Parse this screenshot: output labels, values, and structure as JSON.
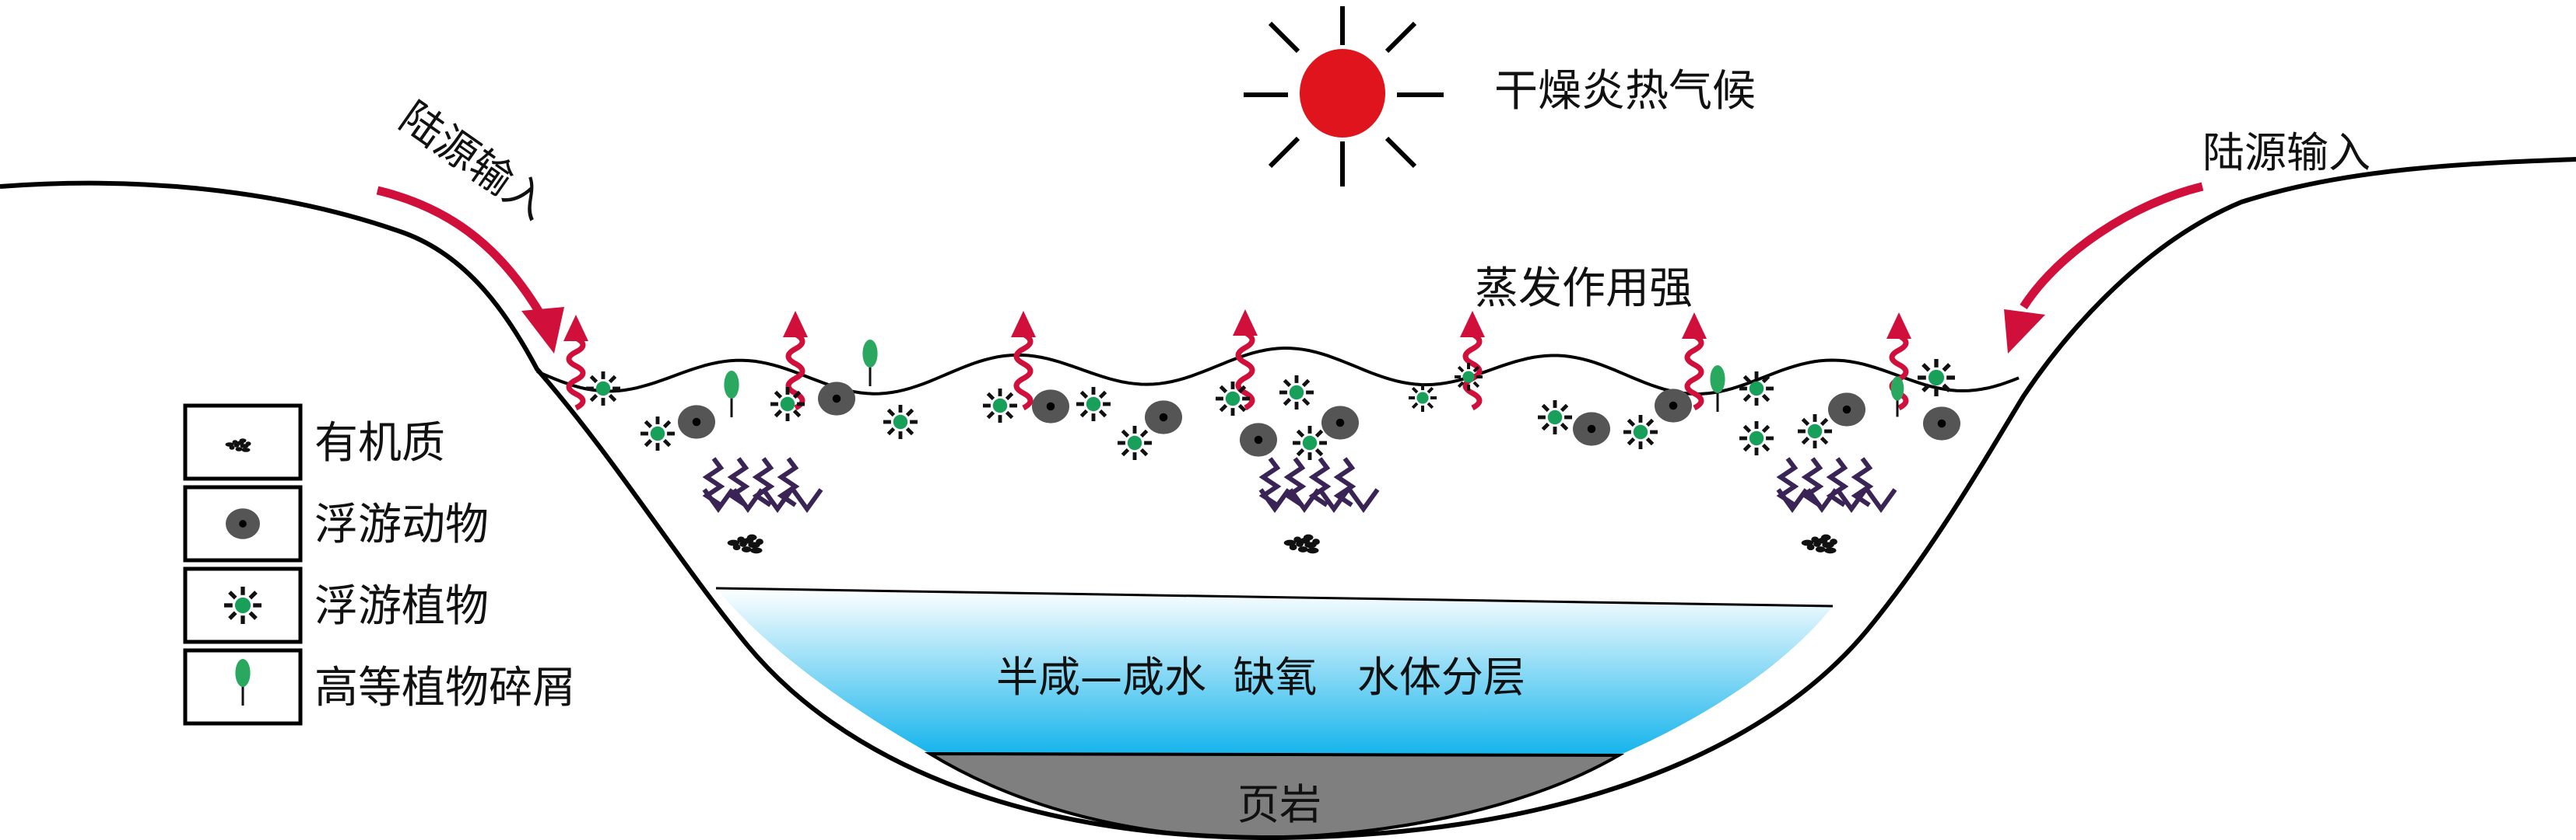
{
  "labels": {
    "climate": "干燥炎热气候",
    "terrestrial_input_left": "陆源输入",
    "terrestrial_input_right": "陆源输入",
    "evaporation": "蒸发作用强",
    "water_condition": "半咸—咸水  缺氧   水体分层",
    "shale": "页岩"
  },
  "legend": [
    {
      "key": "organic",
      "label": "有机质",
      "icon": "organic-matter-icon"
    },
    {
      "key": "zoo",
      "label": "浮游动物",
      "icon": "zooplankton-icon"
    },
    {
      "key": "phyto",
      "label": "浮游植物",
      "icon": "phytoplankton-icon"
    },
    {
      "key": "plant",
      "label": "高等植物碎屑",
      "icon": "plant-debris-icon"
    }
  ],
  "colors": {
    "sun": "#e0141c",
    "arrow": "#d0103a",
    "water_top": "#ffffff",
    "water_bottom": "#14b4ec",
    "shale": "#7f7f7f",
    "zooplankton": "#555555",
    "phytoplankton": "#18a05a",
    "plant": "#2aa860",
    "sinking": "#3a2455",
    "organic": "#111111"
  }
}
